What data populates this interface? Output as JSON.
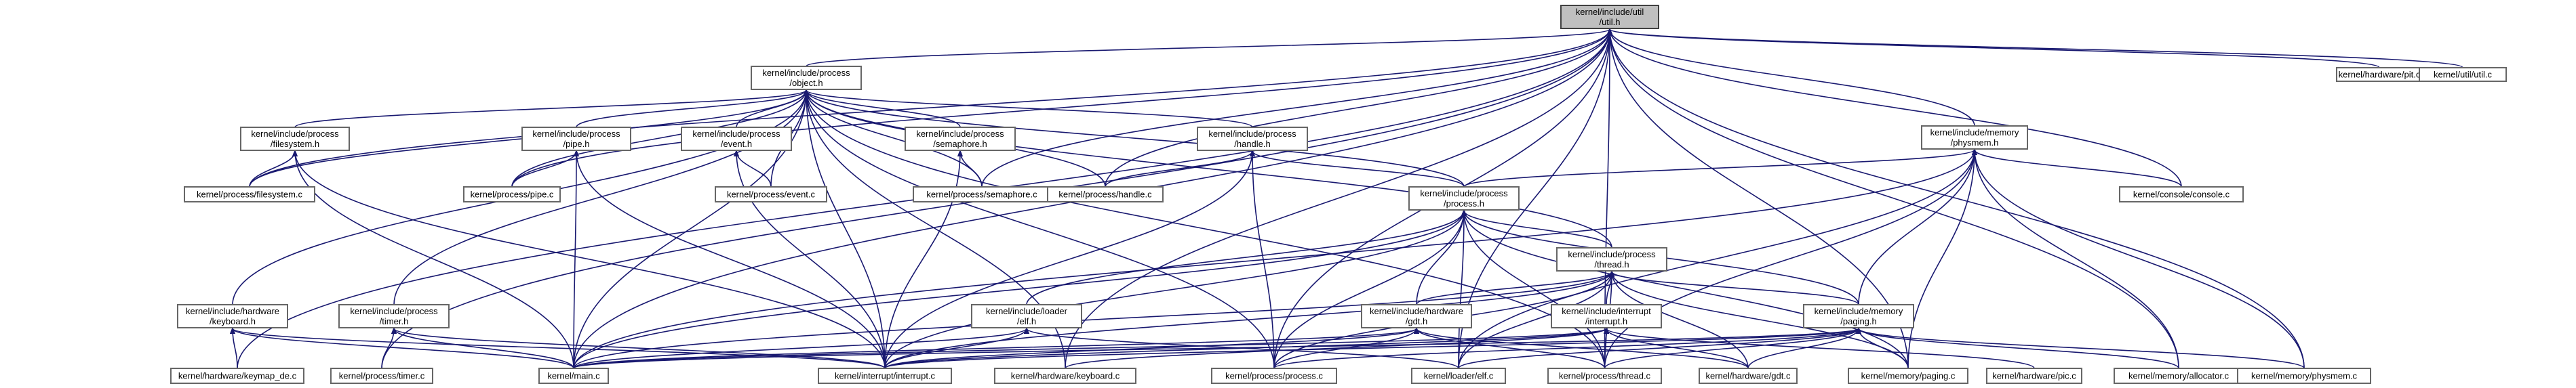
{
  "diagram": {
    "type": "include-dependency-graph",
    "colors": {
      "edge": "#191970",
      "node_border": "#666666",
      "root_fill": "#bfbfbf",
      "node_fill": "#ffffff"
    },
    "nodes": [
      {
        "id": "util_h",
        "lines": [
          "kernel/include/util",
          "/util.h"
        ],
        "root": true
      },
      {
        "id": "object_h",
        "lines": [
          "kernel/include/process",
          "/object.h"
        ]
      },
      {
        "id": "hw_pit_c",
        "lines": [
          "kernel/hardware/pit.c"
        ]
      },
      {
        "id": "util_util_c",
        "lines": [
          "kernel/util/util.c"
        ]
      },
      {
        "id": "physmem_h",
        "lines": [
          "kernel/include/memory",
          "/physmem.h"
        ]
      },
      {
        "id": "filesystem_h",
        "lines": [
          "kernel/include/process",
          "/filesystem.h"
        ]
      },
      {
        "id": "pipe_h",
        "lines": [
          "kernel/include/process",
          "/pipe.h"
        ]
      },
      {
        "id": "event_h",
        "lines": [
          "kernel/include/process",
          "/event.h"
        ]
      },
      {
        "id": "semaphore_h",
        "lines": [
          "kernel/include/process",
          "/semaphore.h"
        ]
      },
      {
        "id": "handle_h",
        "lines": [
          "kernel/include/process",
          "/handle.h"
        ]
      },
      {
        "id": "filesystem_c",
        "lines": [
          "kernel/process/filesystem.c"
        ]
      },
      {
        "id": "pipe_c",
        "lines": [
          "kernel/process/pipe.c"
        ]
      },
      {
        "id": "event_c",
        "lines": [
          "kernel/process/event.c"
        ]
      },
      {
        "id": "semaphore_c",
        "lines": [
          "kernel/process/semaphore.c"
        ]
      },
      {
        "id": "handle_c",
        "lines": [
          "kernel/process/handle.c"
        ]
      },
      {
        "id": "process_h",
        "lines": [
          "kernel/include/process",
          "/process.h"
        ]
      },
      {
        "id": "console_c",
        "lines": [
          "kernel/console/console.c"
        ]
      },
      {
        "id": "thread_h",
        "lines": [
          "kernel/include/process",
          "/thread.h"
        ]
      },
      {
        "id": "keyboard_h",
        "lines": [
          "kernel/include/hardware",
          "/keyboard.h"
        ]
      },
      {
        "id": "timer_h",
        "lines": [
          "kernel/include/process",
          "/timer.h"
        ]
      },
      {
        "id": "elf_h",
        "lines": [
          "kernel/include/loader",
          "/elf.h"
        ]
      },
      {
        "id": "gdt_h",
        "lines": [
          "kernel/include/hardware",
          "/gdt.h"
        ]
      },
      {
        "id": "interrupt_h",
        "lines": [
          "kernel/include/interrupt",
          "/interrupt.h"
        ]
      },
      {
        "id": "paging_h",
        "lines": [
          "kernel/include/memory",
          "/paging.h"
        ]
      },
      {
        "id": "keymap_de_c",
        "lines": [
          "kernel/hardware/keymap_de.c"
        ]
      },
      {
        "id": "timer_c",
        "lines": [
          "kernel/process/timer.c"
        ]
      },
      {
        "id": "main_c",
        "lines": [
          "kernel/main.c"
        ]
      },
      {
        "id": "interrupt_c",
        "lines": [
          "kernel/interrupt/interrupt.c"
        ]
      },
      {
        "id": "keyboard_c",
        "lines": [
          "kernel/hardware/keyboard.c"
        ]
      },
      {
        "id": "process_c",
        "lines": [
          "kernel/process/process.c"
        ]
      },
      {
        "id": "elf_c",
        "lines": [
          "kernel/loader/elf.c"
        ]
      },
      {
        "id": "thread_c",
        "lines": [
          "kernel/process/thread.c"
        ]
      },
      {
        "id": "gdt_c",
        "lines": [
          "kernel/hardware/gdt.c"
        ]
      },
      {
        "id": "paging_c",
        "lines": [
          "kernel/memory/paging.c"
        ]
      },
      {
        "id": "pic_c",
        "lines": [
          "kernel/hardware/pic.c"
        ]
      },
      {
        "id": "allocator_c",
        "lines": [
          "kernel/memory/allocator.c"
        ]
      },
      {
        "id": "physmem_c",
        "lines": [
          "kernel/memory/physmem.c"
        ]
      }
    ],
    "edges": [
      [
        "object_h",
        "util_h"
      ],
      [
        "hw_pit_c",
        "util_h"
      ],
      [
        "util_util_c",
        "util_h"
      ],
      [
        "physmem_h",
        "util_h"
      ],
      [
        "filesystem_c",
        "util_h"
      ],
      [
        "pipe_c",
        "util_h"
      ],
      [
        "semaphore_c",
        "util_h"
      ],
      [
        "handle_c",
        "util_h"
      ],
      [
        "main_c",
        "util_h"
      ],
      [
        "timer_c",
        "util_h"
      ],
      [
        "keymap_de_c",
        "util_h"
      ],
      [
        "keyboard_c",
        "util_h"
      ],
      [
        "process_c",
        "util_h"
      ],
      [
        "elf_c",
        "util_h"
      ],
      [
        "thread_c",
        "util_h"
      ],
      [
        "console_c",
        "util_h"
      ],
      [
        "paging_c",
        "util_h"
      ],
      [
        "allocator_c",
        "util_h"
      ],
      [
        "physmem_c",
        "util_h"
      ],
      [
        "filesystem_h",
        "object_h"
      ],
      [
        "pipe_h",
        "object_h"
      ],
      [
        "event_h",
        "object_h"
      ],
      [
        "semaphore_h",
        "object_h"
      ],
      [
        "handle_h",
        "object_h"
      ],
      [
        "process_h",
        "object_h"
      ],
      [
        "thread_h",
        "object_h"
      ],
      [
        "keyboard_h",
        "object_h"
      ],
      [
        "timer_h",
        "object_h"
      ],
      [
        "filesystem_c",
        "object_h"
      ],
      [
        "pipe_c",
        "object_h"
      ],
      [
        "event_c",
        "object_h"
      ],
      [
        "semaphore_c",
        "object_h"
      ],
      [
        "handle_c",
        "object_h"
      ],
      [
        "main_c",
        "object_h"
      ],
      [
        "interrupt_c",
        "object_h"
      ],
      [
        "keyboard_c",
        "object_h"
      ],
      [
        "process_c",
        "object_h"
      ],
      [
        "thread_c",
        "object_h"
      ],
      [
        "filesystem_c",
        "filesystem_h"
      ],
      [
        "main_c",
        "filesystem_h"
      ],
      [
        "interrupt_c",
        "filesystem_h"
      ],
      [
        "pipe_c",
        "pipe_h"
      ],
      [
        "main_c",
        "pipe_h"
      ],
      [
        "interrupt_c",
        "pipe_h"
      ],
      [
        "event_c",
        "event_h"
      ],
      [
        "interrupt_c",
        "event_h"
      ],
      [
        "semaphore_c",
        "semaphore_h"
      ],
      [
        "interrupt_c",
        "semaphore_h"
      ],
      [
        "handle_c",
        "handle_h"
      ],
      [
        "process_h",
        "handle_h"
      ],
      [
        "process_c",
        "handle_h"
      ],
      [
        "interrupt_c",
        "handle_h"
      ],
      [
        "process_h",
        "physmem_h"
      ],
      [
        "console_c",
        "physmem_h"
      ],
      [
        "paging_h",
        "physmem_h"
      ],
      [
        "main_c",
        "physmem_h"
      ],
      [
        "paging_c",
        "physmem_h"
      ],
      [
        "allocator_c",
        "physmem_h"
      ],
      [
        "physmem_c",
        "physmem_h"
      ],
      [
        "thread_c",
        "physmem_h"
      ],
      [
        "elf_c",
        "physmem_h"
      ],
      [
        "thread_h",
        "process_h"
      ],
      [
        "elf_h",
        "process_h"
      ],
      [
        "gdt_h",
        "process_h"
      ],
      [
        "paging_h",
        "process_h"
      ],
      [
        "main_c",
        "process_h"
      ],
      [
        "interrupt_c",
        "process_h"
      ],
      [
        "process_c",
        "process_h"
      ],
      [
        "elf_c",
        "process_h"
      ],
      [
        "thread_c",
        "process_h"
      ],
      [
        "paging_c",
        "process_h"
      ],
      [
        "gdt_h",
        "thread_h"
      ],
      [
        "interrupt_h",
        "thread_h"
      ],
      [
        "paging_h",
        "thread_h"
      ],
      [
        "main_c",
        "thread_h"
      ],
      [
        "interrupt_c",
        "thread_h"
      ],
      [
        "process_c",
        "thread_h"
      ],
      [
        "elf_c",
        "thread_h"
      ],
      [
        "thread_c",
        "thread_h"
      ],
      [
        "gdt_c",
        "thread_h"
      ],
      [
        "paging_c",
        "thread_h"
      ],
      [
        "keymap_de_c",
        "keyboard_h"
      ],
      [
        "main_c",
        "keyboard_h"
      ],
      [
        "interrupt_c",
        "keyboard_h"
      ],
      [
        "timer_c",
        "timer_h"
      ],
      [
        "main_c",
        "timer_h"
      ],
      [
        "interrupt_c",
        "timer_h"
      ],
      [
        "main_c",
        "elf_h"
      ],
      [
        "elf_c",
        "elf_h"
      ],
      [
        "interrupt_c",
        "elf_h"
      ],
      [
        "main_c",
        "gdt_h"
      ],
      [
        "interrupt_c",
        "gdt_h"
      ],
      [
        "process_c",
        "gdt_h"
      ],
      [
        "thread_c",
        "gdt_h"
      ],
      [
        "gdt_c",
        "gdt_h"
      ],
      [
        "main_c",
        "interrupt_h"
      ],
      [
        "interrupt_c",
        "interrupt_h"
      ],
      [
        "keyboard_c",
        "interrupt_h"
      ],
      [
        "thread_c",
        "interrupt_h"
      ],
      [
        "gdt_c",
        "interrupt_h"
      ],
      [
        "pic_c",
        "interrupt_h"
      ],
      [
        "main_c",
        "paging_h"
      ],
      [
        "interrupt_c",
        "paging_h"
      ],
      [
        "process_c",
        "paging_h"
      ],
      [
        "elf_c",
        "paging_h"
      ],
      [
        "thread_c",
        "paging_h"
      ],
      [
        "gdt_c",
        "paging_h"
      ],
      [
        "paging_c",
        "paging_h"
      ],
      [
        "allocator_c",
        "paging_h"
      ],
      [
        "physmem_c",
        "paging_h"
      ]
    ]
  }
}
